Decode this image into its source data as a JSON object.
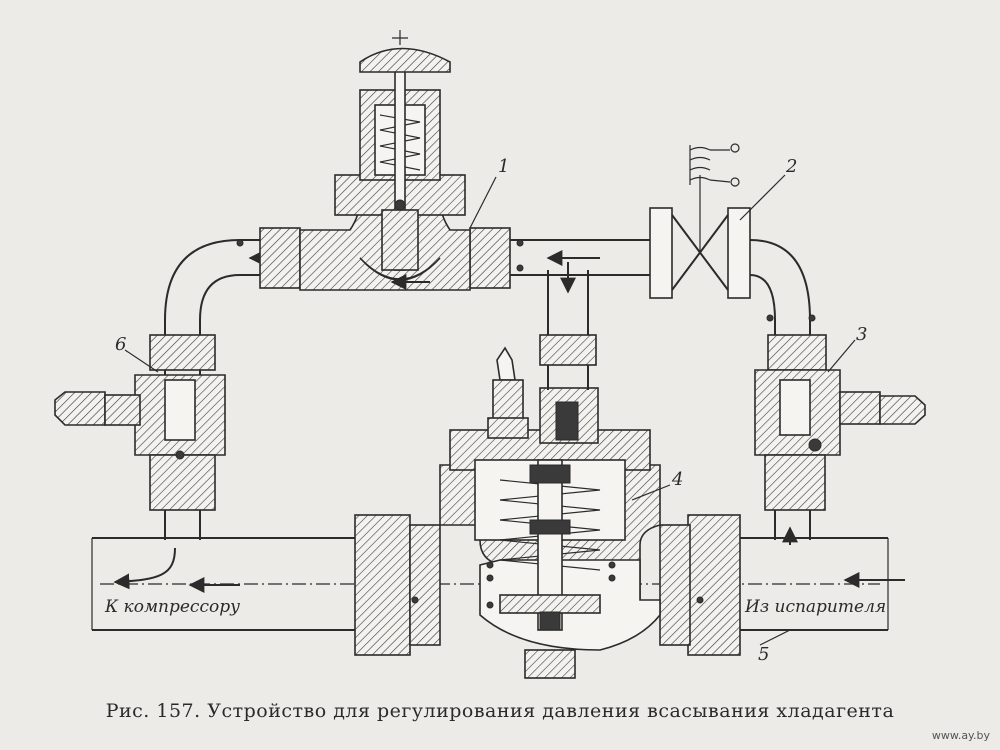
{
  "figure": {
    "caption": "Рис. 157. Устройство для регулирования давления всасывания хладагента",
    "watermark": "www.ay.by"
  },
  "labels": {
    "n1": "1",
    "n2": "2",
    "n3": "3",
    "n4": "4",
    "n5": "5",
    "n6": "6",
    "to_compressor": "К компрессору",
    "from_evaporator": "Из испарителя"
  },
  "colors": {
    "ink": "#2b2b2b",
    "paper": "#ecebe8"
  }
}
